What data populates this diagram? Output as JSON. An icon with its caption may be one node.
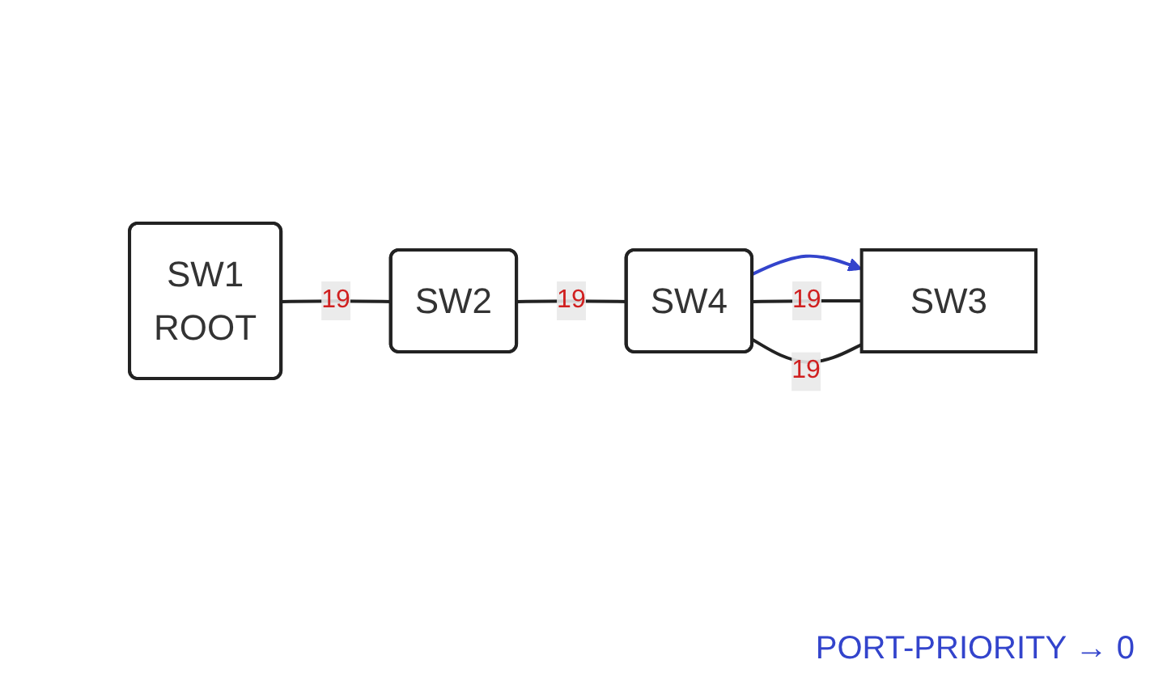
{
  "diagram": {
    "nodes": [
      {
        "text": [
          "SW1",
          "ROOT"
        ]
      },
      {
        "text": [
          "SW2"
        ]
      },
      {
        "text": [
          "SW3"
        ]
      },
      {
        "text": [
          "SW4"
        ]
      }
    ],
    "edges": [
      {
        "from": 0,
        "to": 1,
        "arrow": "none",
        "label": "19"
      },
      {
        "from": 1,
        "to": 3,
        "arrow": "none",
        "label": "19"
      },
      {
        "from": 2,
        "to": 3,
        "arrow": "none",
        "label": "19"
      },
      {
        "from": 2,
        "to": 3,
        "arrow": "none",
        "label": "19"
      },
      {
        "from": 3,
        "to": 2,
        "arrow": "to",
        "color": "#3344cc"
      }
    ],
    "labels": [
      "PORT-PRIORITY → 0"
    ]
  }
}
